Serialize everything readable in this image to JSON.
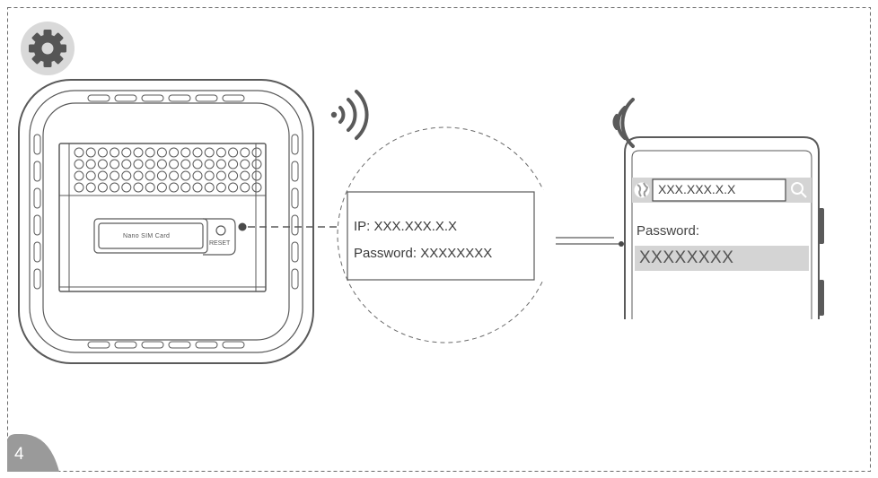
{
  "step": {
    "number": "4"
  },
  "icons": {
    "settings": "gear-icon",
    "router_wifi": "wifi-signal-icon",
    "phone_wifi": "wifi-signal-icon",
    "browser": "globe-icon",
    "search": "search-icon"
  },
  "router": {
    "sim_slot_label": "Nano SIM Card",
    "reset_label": "RESET"
  },
  "label_zoom": {
    "ip_text": "IP: XXX.XXX.X.X",
    "password_text": "Password: XXXXXXXX"
  },
  "phone": {
    "url": "XXX.XXX.X.X",
    "password_label": "Password:",
    "password_value": "XXXXXXXX"
  },
  "colors": {
    "line": "#5a5a5a",
    "gear_bg": "#d9d9d9",
    "step_badge": "#9a9a9a",
    "field_fill": "#d4d4d4"
  }
}
